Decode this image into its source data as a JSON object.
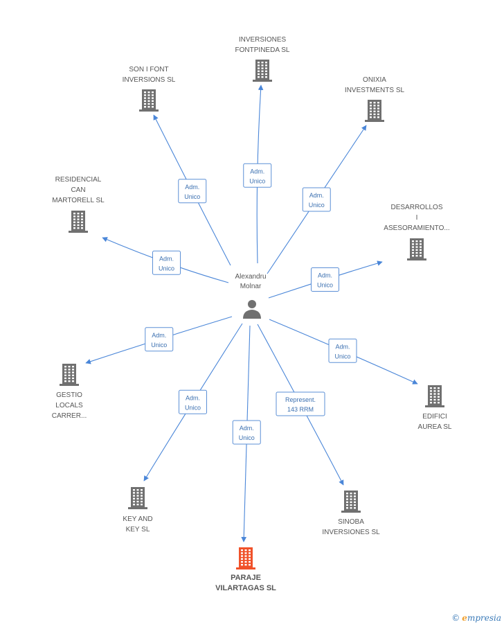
{
  "center": {
    "name_lines": [
      "Alexandru",
      "Molnar"
    ]
  },
  "companies": [
    {
      "id": "inversiones-fontpineda",
      "lines": [
        "INVERSIONES",
        "FONTPINEDA  SL"
      ],
      "highlight": false
    },
    {
      "id": "son-i-font",
      "lines": [
        "SON I FONT",
        "INVERSIONS  SL"
      ],
      "highlight": false
    },
    {
      "id": "onixia",
      "lines": [
        "ONIXIA",
        "INVESTMENTS SL"
      ],
      "highlight": false
    },
    {
      "id": "residencial-can-martorell",
      "lines": [
        "RESIDENCIAL",
        "CAN",
        "MARTORELL SL"
      ],
      "highlight": false
    },
    {
      "id": "desarrollos",
      "lines": [
        "DESARROLLOS",
        "I",
        "ASESORAMIENTO..."
      ],
      "highlight": false
    },
    {
      "id": "gestio-locals",
      "lines": [
        "GESTIO",
        "LOCALS",
        "CARRER..."
      ],
      "highlight": false
    },
    {
      "id": "edifici-aurea",
      "lines": [
        "EDIFICI",
        "AUREA SL"
      ],
      "highlight": false
    },
    {
      "id": "key-and-key",
      "lines": [
        "KEY AND",
        "KEY SL"
      ],
      "highlight": false
    },
    {
      "id": "sinoba",
      "lines": [
        "SINOBA",
        "INVERSIONES SL"
      ],
      "highlight": false
    },
    {
      "id": "paraje-vilartagas",
      "lines": [
        "PARAJE",
        "VILARTAGAS SL"
      ],
      "highlight": true
    }
  ],
  "edges": [
    {
      "to": "inversiones-fontpineda",
      "label": [
        "Adm.",
        "Unico"
      ]
    },
    {
      "to": "son-i-font",
      "label": [
        "Adm.",
        "Unico"
      ]
    },
    {
      "to": "onixia",
      "label": [
        "Adm.",
        "Unico"
      ]
    },
    {
      "to": "residencial-can-martorell",
      "label": [
        "Adm.",
        "Unico"
      ]
    },
    {
      "to": "desarrollos",
      "label": [
        "Adm.",
        "Unico"
      ]
    },
    {
      "to": "gestio-locals",
      "label": [
        "Adm.",
        "Unico"
      ]
    },
    {
      "to": "edifici-aurea",
      "label": [
        "Adm.",
        "Unico"
      ]
    },
    {
      "to": "key-and-key",
      "label": [
        "Adm.",
        "Unico"
      ]
    },
    {
      "to": "sinoba",
      "label": [
        "Represent.",
        "143 RRM"
      ]
    },
    {
      "to": "paraje-vilartagas",
      "label": [
        "Adm.",
        "Unico"
      ]
    }
  ],
  "colors": {
    "building": "#707070",
    "building_highlight": "#f0522a",
    "edge": "#4a86d8",
    "person": "#707070"
  },
  "footer": {
    "copyright": "©",
    "brand_first": "e",
    "brand_rest": "mpresia"
  }
}
